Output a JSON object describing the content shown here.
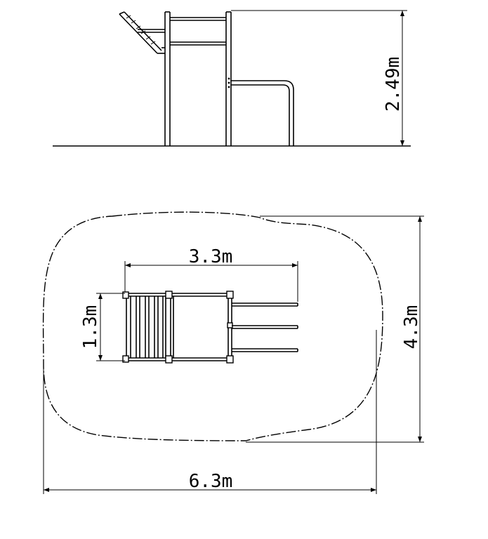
{
  "side_view": {
    "height_label": "2.49m"
  },
  "plan_view": {
    "equipment_length_label": "3.3m",
    "equipment_width_label": "1.3m",
    "area_width_label": "4.3m",
    "area_length_label": "6.3m"
  }
}
